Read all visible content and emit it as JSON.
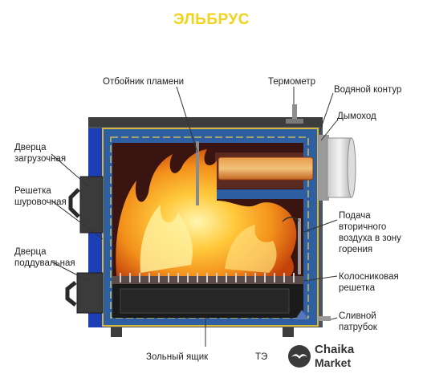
{
  "title": "ЭЛЬБРУС",
  "labels": {
    "flame_deflector": "Отбойник пламени",
    "thermometer": "Термометр",
    "water_jacket": "Водяной контур",
    "chimney": "Дымоход",
    "loading_door": "Дверца\nзагрузочная",
    "poker_grate": "Решетка\nшуровочная",
    "secondary_air": "Подача\nвторичного\nвоздуха в зону\nгорения",
    "ash_door": "Дверца\nподдувальная",
    "grate": "Колосниковая\nрешетка",
    "drain_pipe": "Сливной\nпатрубок",
    "ash_box": "Зольный ящик",
    "heater": "ТЭ"
  },
  "brand": {
    "name": "Chaika",
    "sub": "Market"
  },
  "colors": {
    "title": "#f2d21b",
    "jacket": "#2f5fa3",
    "flame": "#f39a1b",
    "steel": "#555555",
    "leader": "#333333"
  }
}
